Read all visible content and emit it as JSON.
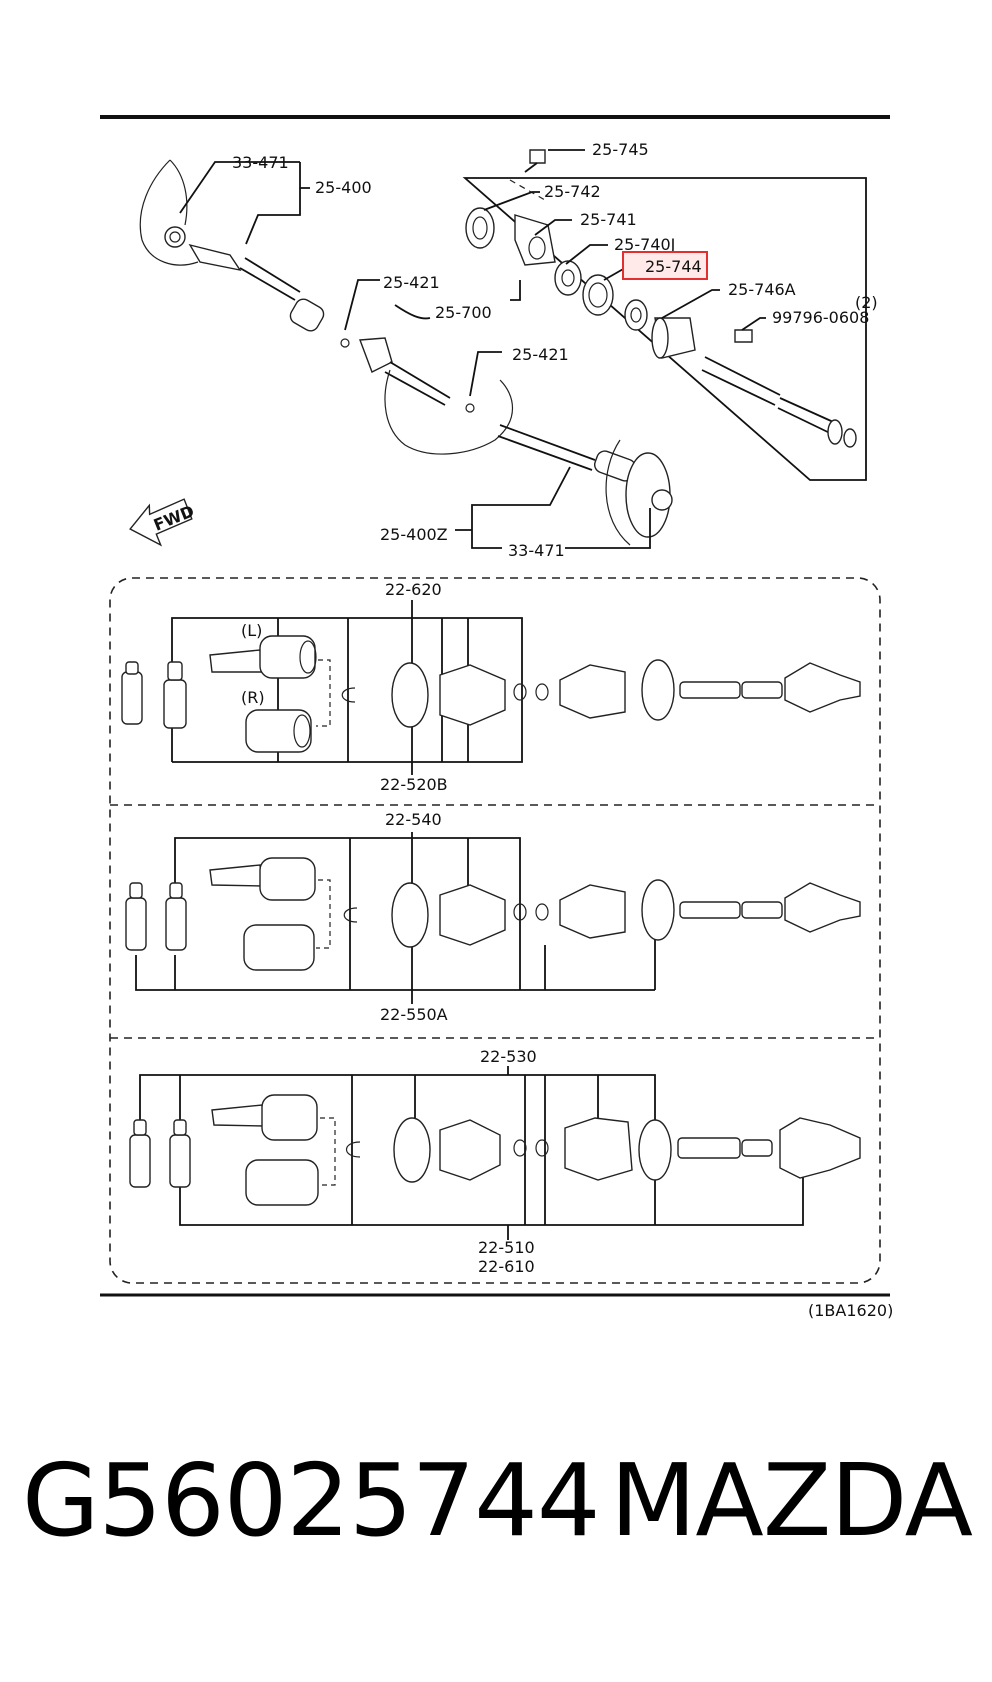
{
  "labels": {
    "a33471": "33-471",
    "a25400": "25-400",
    "a25745": "25-745",
    "a25742": "25-742",
    "a25741": "25-741",
    "a25740J": "25-740J",
    "a25744": "25-744",
    "a25746A": "25-746A",
    "qty2": "(2)",
    "a997960608": "99796-0608",
    "a25421a": "25-421",
    "a25700": "25-700",
    "a25421b": "25-421",
    "a25400Z": "25-400Z",
    "a33471b": "33-471",
    "fwd": "FWD",
    "b22620": "22-620",
    "bL": "(L)",
    "bR": "(R)",
    "b22520B": "22-520B",
    "c22540": "22-540",
    "c22550A": "22-550A",
    "d22530": "22-530",
    "d22510": "22-510",
    "d22610": "22-610",
    "ref": "(1BA1620)"
  },
  "highlight_color": "#e03030",
  "footer": {
    "part_number": "G56025744",
    "brand": "MAZDA"
  }
}
